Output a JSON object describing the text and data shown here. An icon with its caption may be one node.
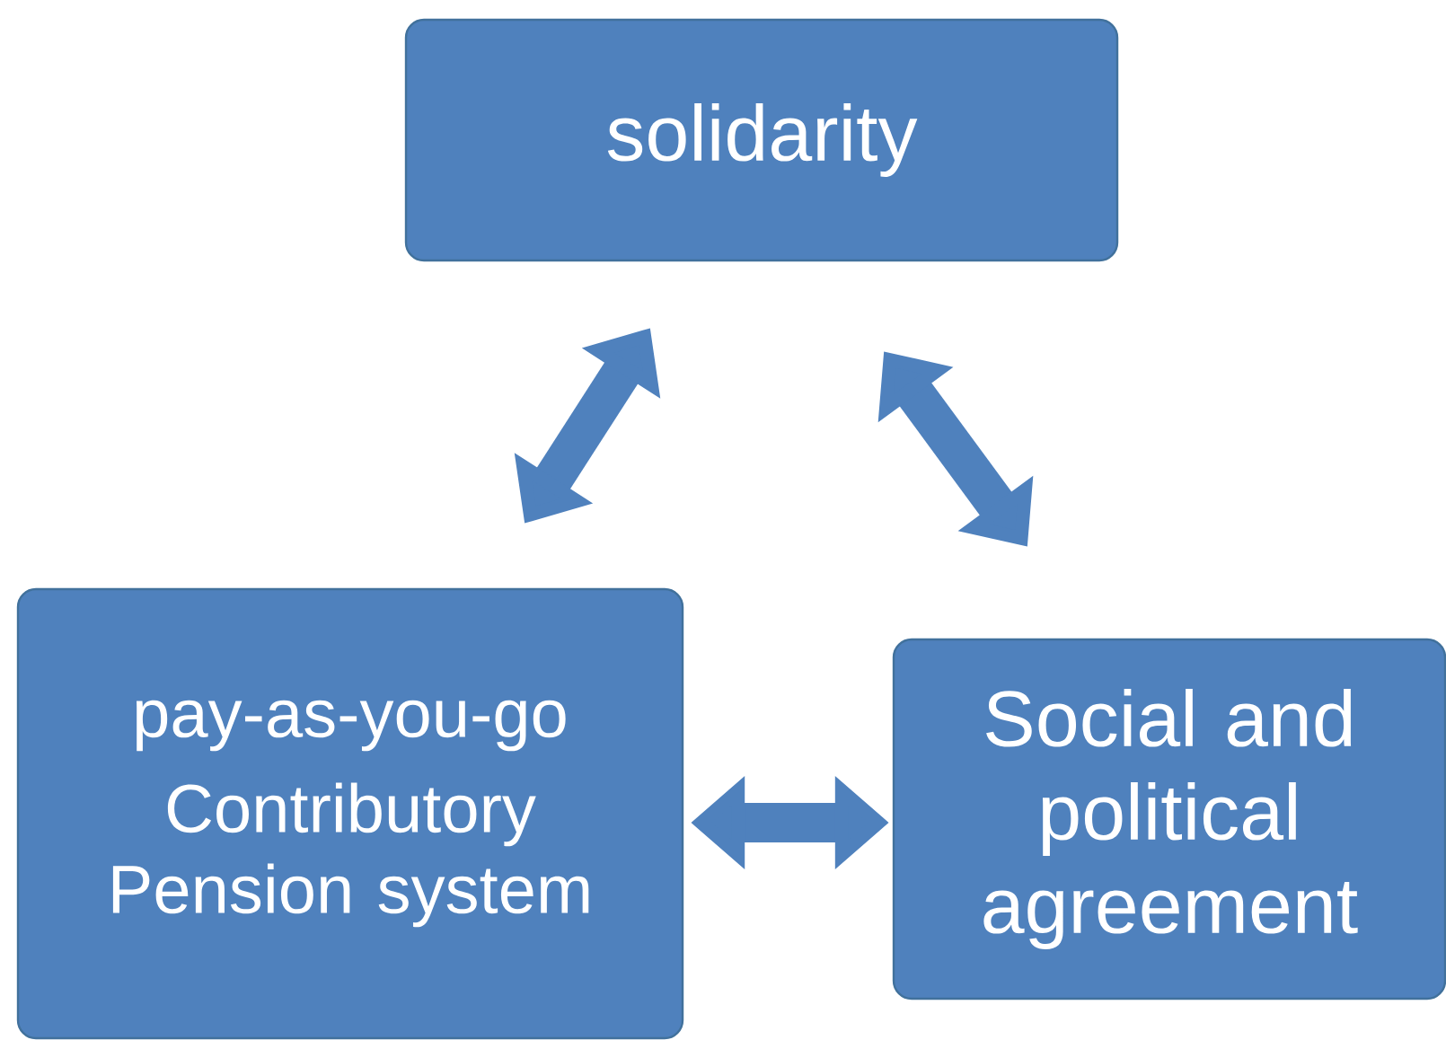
{
  "diagram": {
    "nodes": [
      {
        "text": [
          "solidarity"
        ]
      },
      {
        "text": [
          "pay-as-you-go",
          "Contributory Pension system"
        ]
      },
      {
        "text": [
          "Social and political agreement"
        ]
      }
    ],
    "edges": [
      {
        "from": 0,
        "to": 1,
        "arrow": "both"
      },
      {
        "from": 0,
        "to": 2,
        "arrow": "both"
      },
      {
        "from": 1,
        "to": 2,
        "arrow": "both"
      }
    ]
  }
}
